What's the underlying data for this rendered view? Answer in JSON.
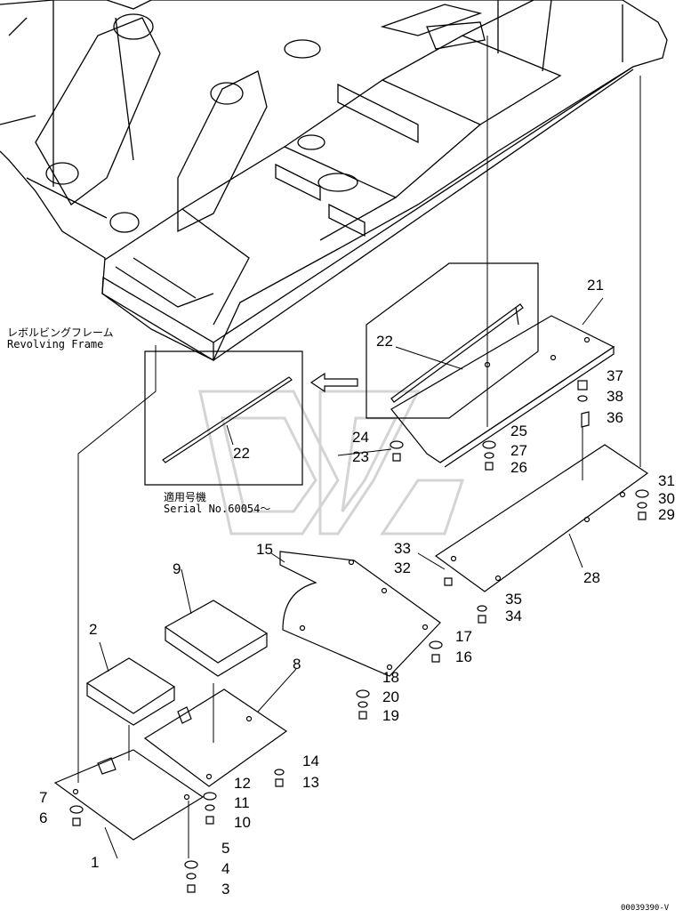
{
  "captions": {
    "frame_jp": "レボルビングフレーム",
    "frame_en": "Revolving Frame",
    "serial_jp": "適用号機",
    "serial_en": "Serial No.60054～",
    "drawing_code": "00039390-V"
  },
  "callouts": [
    "21",
    "22",
    "22",
    "37",
    "38",
    "36",
    "24",
    "25",
    "23",
    "27",
    "26",
    "31",
    "30",
    "29",
    "15",
    "33",
    "32",
    "28",
    "35",
    "34",
    "17",
    "16",
    "18",
    "20",
    "19",
    "9",
    "2",
    "8",
    "14",
    "13",
    "12",
    "11",
    "10",
    "7",
    "6",
    "1",
    "5",
    "4",
    "3"
  ],
  "colors": {
    "line": "#000000",
    "background": "#ffffff",
    "watermark": "#d0d0d0"
  }
}
